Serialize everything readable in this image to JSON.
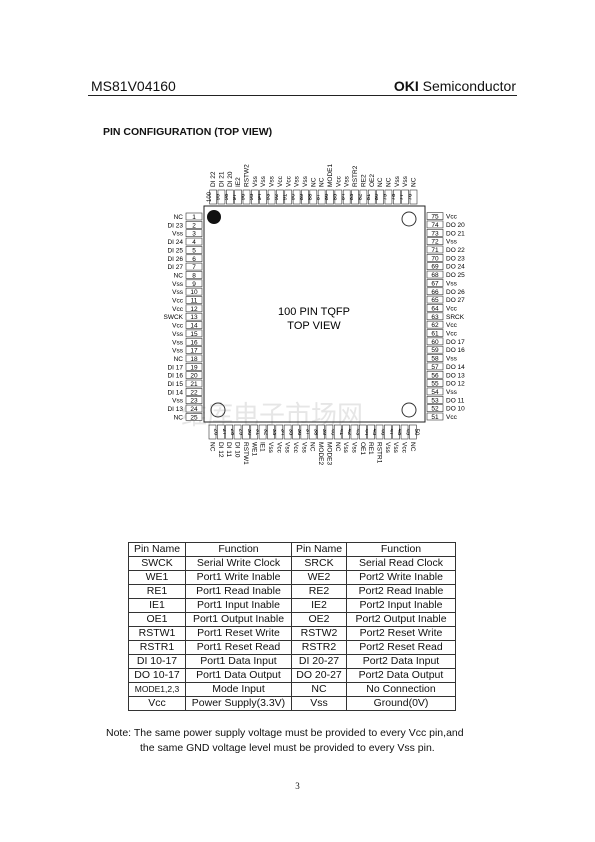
{
  "header": {
    "doc_id": "MS81V04160",
    "brand": "OKI",
    "brand_suffix": " Semiconductor"
  },
  "section_title": "PIN CONFIGURATION (TOP VIEW)",
  "package": {
    "line1": "100 PIN TQFP",
    "line2": "TOP VIEW"
  },
  "pins": {
    "left": [
      "NC",
      "DI 23",
      "Vss",
      "DI 24",
      "DI 25",
      "DI 26",
      "DI 27",
      "NC",
      "Vss",
      "Vss",
      "Vcc",
      "Vcc",
      "SWCK",
      "Vcc",
      "Vss",
      "Vss",
      "Vss",
      "NC",
      "DI 17",
      "DI 16",
      "DI 15",
      "DI 14",
      "Vss",
      "DI 13",
      "NC"
    ],
    "bottom": [
      "NC",
      "DI 12",
      "DI 11",
      "DI 10",
      "RSTW1",
      "WE1",
      "IE1",
      "Vss",
      "Vcc",
      "Vss",
      "Vcc",
      "Vss",
      "NC",
      "MODE2",
      "MODE3",
      "NC",
      "Vss",
      "Vss",
      "OE1",
      "RE1",
      "RSTR1",
      "Vss",
      "Vss",
      "Vcc",
      "NC"
    ],
    "right": [
      "Vcc",
      "DO 10",
      "DO 11",
      "Vss",
      "DO 12",
      "DO 13",
      "DO 14",
      "Vss",
      "DO 16",
      "DO 17",
      "Vcc",
      "Vcc",
      "SRCK",
      "Vcc",
      "DO 27",
      "DO 26",
      "Vss",
      "DO 25",
      "DO 24",
      "DO 23",
      "DO 22",
      "Vss",
      "DO 21",
      "DO 20",
      "Vcc"
    ],
    "top": [
      "NC",
      "Vss",
      "Vss",
      "NC",
      "NC",
      "OE2",
      "RE2",
      "RSTR2",
      "Vss",
      "Vcc",
      "MODE1",
      "NC",
      "NC",
      "Vss",
      "Vss",
      "Vcc",
      "Vcc",
      "Vss",
      "Vss",
      "Vss",
      "RSTW2",
      "IE2",
      "DI 20",
      "DI 21",
      "DI 22"
    ]
  },
  "watermark": "维库电子市场网",
  "table": {
    "headers": [
      "Pin Name",
      "Function",
      "Pin Name",
      "Function"
    ],
    "rows": [
      [
        "SWCK",
        "Serial Write Clock",
        "SRCK",
        "Serial Read Clock"
      ],
      [
        "WE1",
        "Port1 Write Inable",
        "WE2",
        "Port2 Write Inable"
      ],
      [
        "RE1",
        "Port1 Read Inable",
        "RE2",
        "Port2 Read Inable"
      ],
      [
        "IE1",
        "Port1 Input Inable",
        "IE2",
        "Port2 Input Inable"
      ],
      [
        "OE1",
        "Port1 Output Inable",
        "OE2",
        "Port2 Output Inable"
      ],
      [
        "RSTW1",
        "Port1 Reset Write",
        "RSTW2",
        "Port2 Reset Write"
      ],
      [
        "RSTR1",
        "Port1 Reset Read",
        "RSTR2",
        "Port2 Reset Read"
      ],
      [
        "DI 10-17",
        "Port1 Data Input",
        "DI 20-27",
        "Port2 Data Input"
      ],
      [
        "DO 10-17",
        "Port1 Data Output",
        "DO 20-27",
        "Port2 Data Output"
      ],
      [
        "MODE1,2,3",
        "Mode Input",
        "NC",
        "No Connection"
      ],
      [
        "Vcc",
        "Power Supply(3.3V)",
        "Vss",
        "Ground(0V)"
      ]
    ]
  },
  "note": {
    "line1": "Note: The same power supply voltage must be provided to every Vcc pin,and",
    "line2": "the same GND voltage level must be provided to every Vss pin."
  },
  "page_number": "3"
}
